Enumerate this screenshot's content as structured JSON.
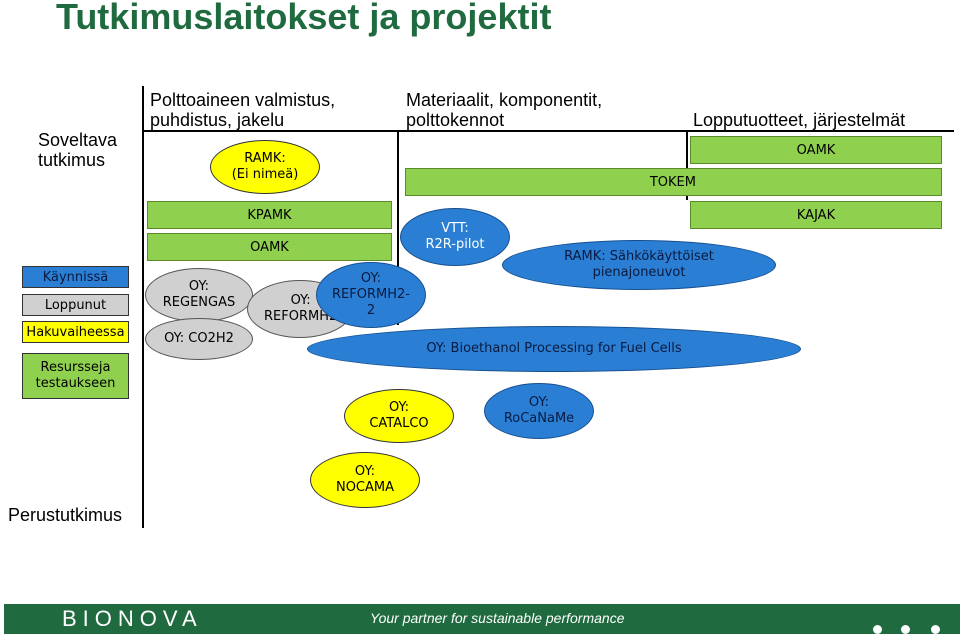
{
  "title": "Tutkimuslaitokset ja projektit",
  "axis": {
    "top": "Soveltava tutkimus",
    "bottom": "Perustutkimus"
  },
  "columns": [
    "Polttoaineen valmistus, puhdistus, jakelu",
    "Materiaalit, komponentit, polttokennot",
    "Lopputuotteet, järjestelmät"
  ],
  "bars": {
    "oamk_top": "OAMK",
    "tokem": "TOKEM",
    "kpamk": "KPAMK",
    "oamk_left": "OAMK",
    "kajak": "KAJAK"
  },
  "ovals": {
    "ramk_ei": "RAMK:\n(Ei nimeä)",
    "vtt": "VTT:\nR2R-pilot",
    "ramk_sahko": "RAMK: Sähkökäyttöiset\npienajoneuvot",
    "regengas": "OY:\nREGENGAS",
    "co2h2": "OY: CO2H2",
    "reformh2": "OY:\nREFORMH2",
    "reformh2_2": "OY:\nREFORMH2-\n2",
    "bioethanol": "OY: Bioethanol Processing for Fuel Cells",
    "catalco": "OY:\nCATALCO",
    "rocaname": "OY:\nRoCaNaMe",
    "nocama": "OY:\nNOCAMA"
  },
  "legend": {
    "kaynnissa": "Käynnissä",
    "loppunut": "Loppunut",
    "hakuvaiheessa": "Hakuvaiheessa",
    "resursseja": "Resursseja testaukseen"
  },
  "footer": {
    "logo": "BIONOVA",
    "tagline": "Your partner for sustainable performance"
  },
  "colors": {
    "title": "#1f6b3f",
    "green_box": "#8fd14f",
    "blue_oval": "#2a7fd4",
    "grey_oval": "#d0d0d0",
    "yellow_oval": "#ffff00",
    "footer": "#1f6b3f"
  }
}
